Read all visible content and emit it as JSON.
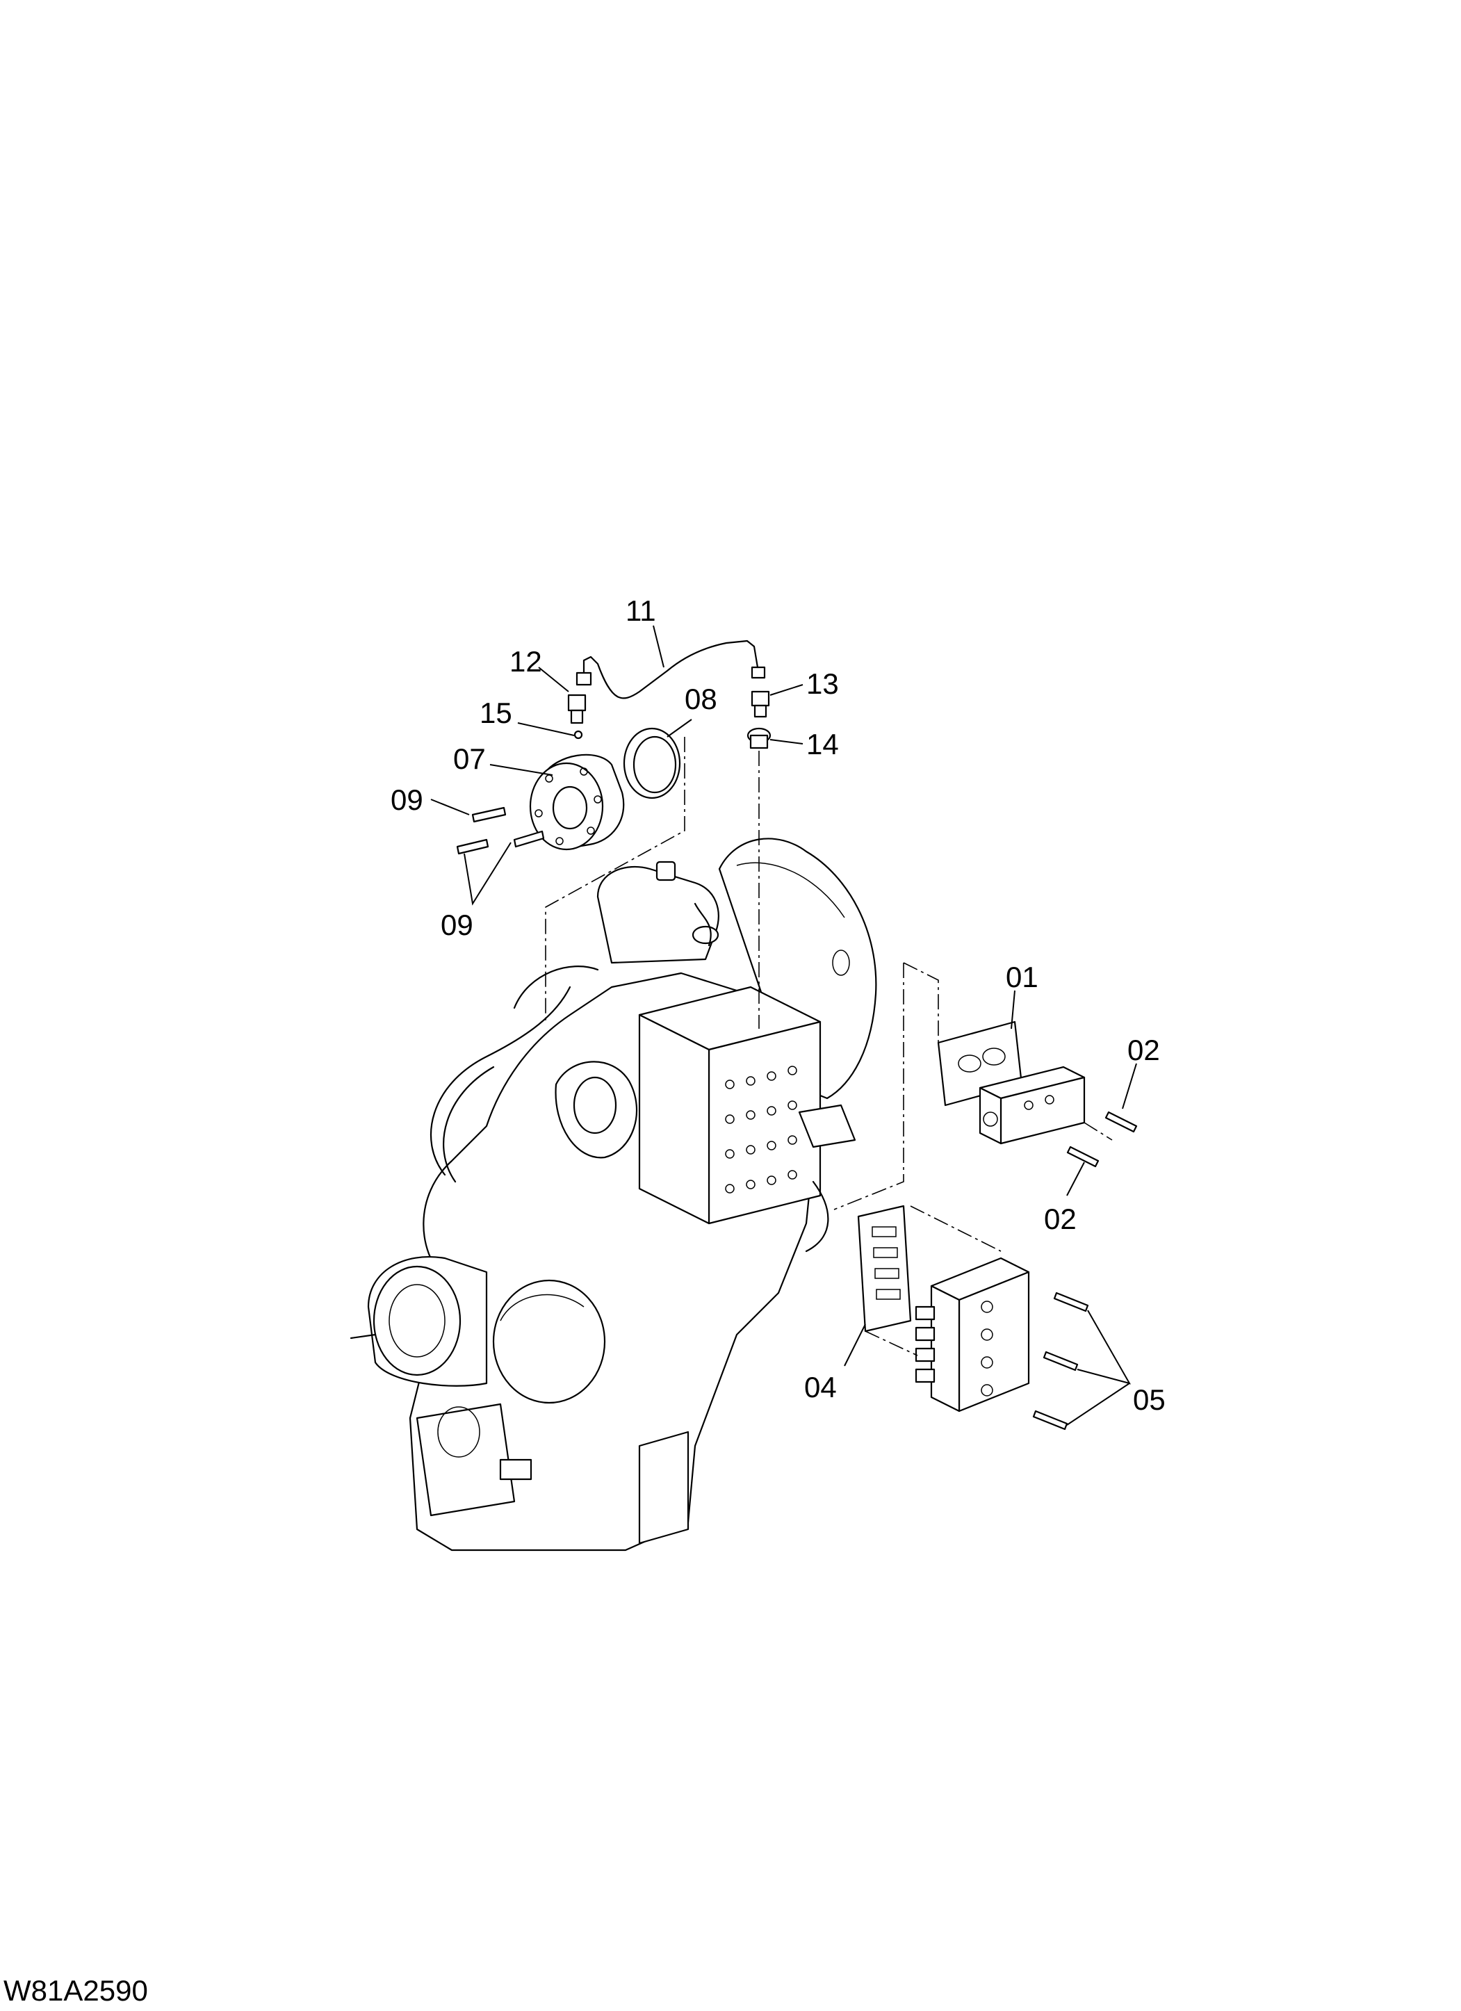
{
  "drawing_code": "W81A2590",
  "callouts": {
    "c01": "01",
    "c02a": "02",
    "c02b": "02",
    "c04": "04",
    "c05": "05",
    "c07": "07",
    "c08": "08",
    "c09a": "09",
    "c09b": "09",
    "c11": "11",
    "c12": "12",
    "c13": "13",
    "c14": "14",
    "c15": "15"
  }
}
